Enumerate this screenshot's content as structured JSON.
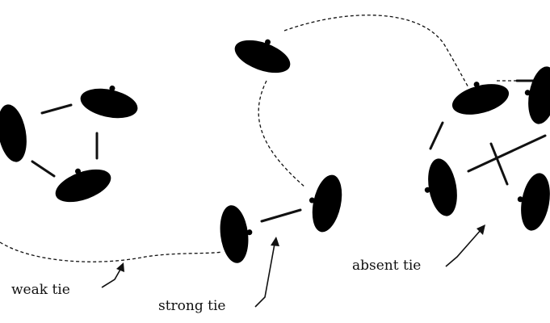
{
  "labels": {
    "weak": "weak tie",
    "strong": "strong tie",
    "absent": "absent tie"
  },
  "colors": {
    "ink": "#111111",
    "background": "#ffffff"
  }
}
